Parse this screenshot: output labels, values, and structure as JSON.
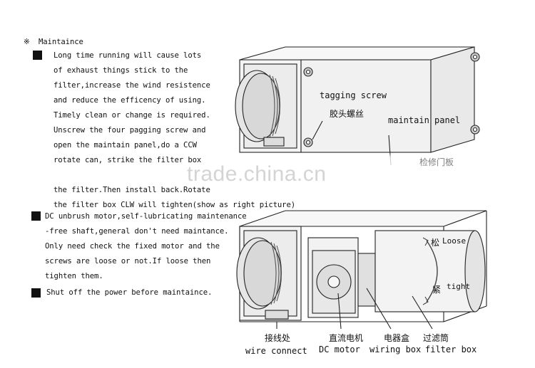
{
  "header": {
    "symbol": "※",
    "title": "Maintaince"
  },
  "section1": {
    "lines": [
      "Long time running will cause lots",
      "of exhaust things stick to the",
      "filter,increase the wind resistence",
      "and reduce the efficency of using.",
      "Timely clean or change is required.",
      "Unscrew the four pagging screw and",
      "open the maintain panel,do a CCW",
      "rotate can, strike the filter box",
      "",
      "the filter.Then install back.Rotate",
      "the filter box CLW will tighten(show as right picture)"
    ]
  },
  "section2": {
    "lines": [
      "DC unbrush motor,self-lubricating maintenance",
      "-free shaft,general don't need maintance.",
      "Only need check the fixed motor and the",
      "screws are loose or not.If loose then",
      "tighten them."
    ]
  },
  "section3": {
    "line": "Shut off the power before maintaince."
  },
  "figure1": {
    "tagging_screw_en": "tagging screw",
    "tagging_screw_cn": "胶头螺丝",
    "maintain_panel_en": "maintain panel",
    "maintain_panel_cn": "检修门板"
  },
  "figure2": {
    "loose_cn": "松",
    "loose_en": "Loose",
    "tight_cn": "紧",
    "tight_en": "tight",
    "wire_cn": "接线处",
    "wire_en": "wire connect",
    "motor_cn": "直流电机",
    "motor_en": "DC motor",
    "wiring_cn": "电器盒",
    "wiring_en": "wiring box",
    "filter_cn": "过滤筒",
    "filter_en": "filter box"
  },
  "watermark": "trade.china.cn"
}
